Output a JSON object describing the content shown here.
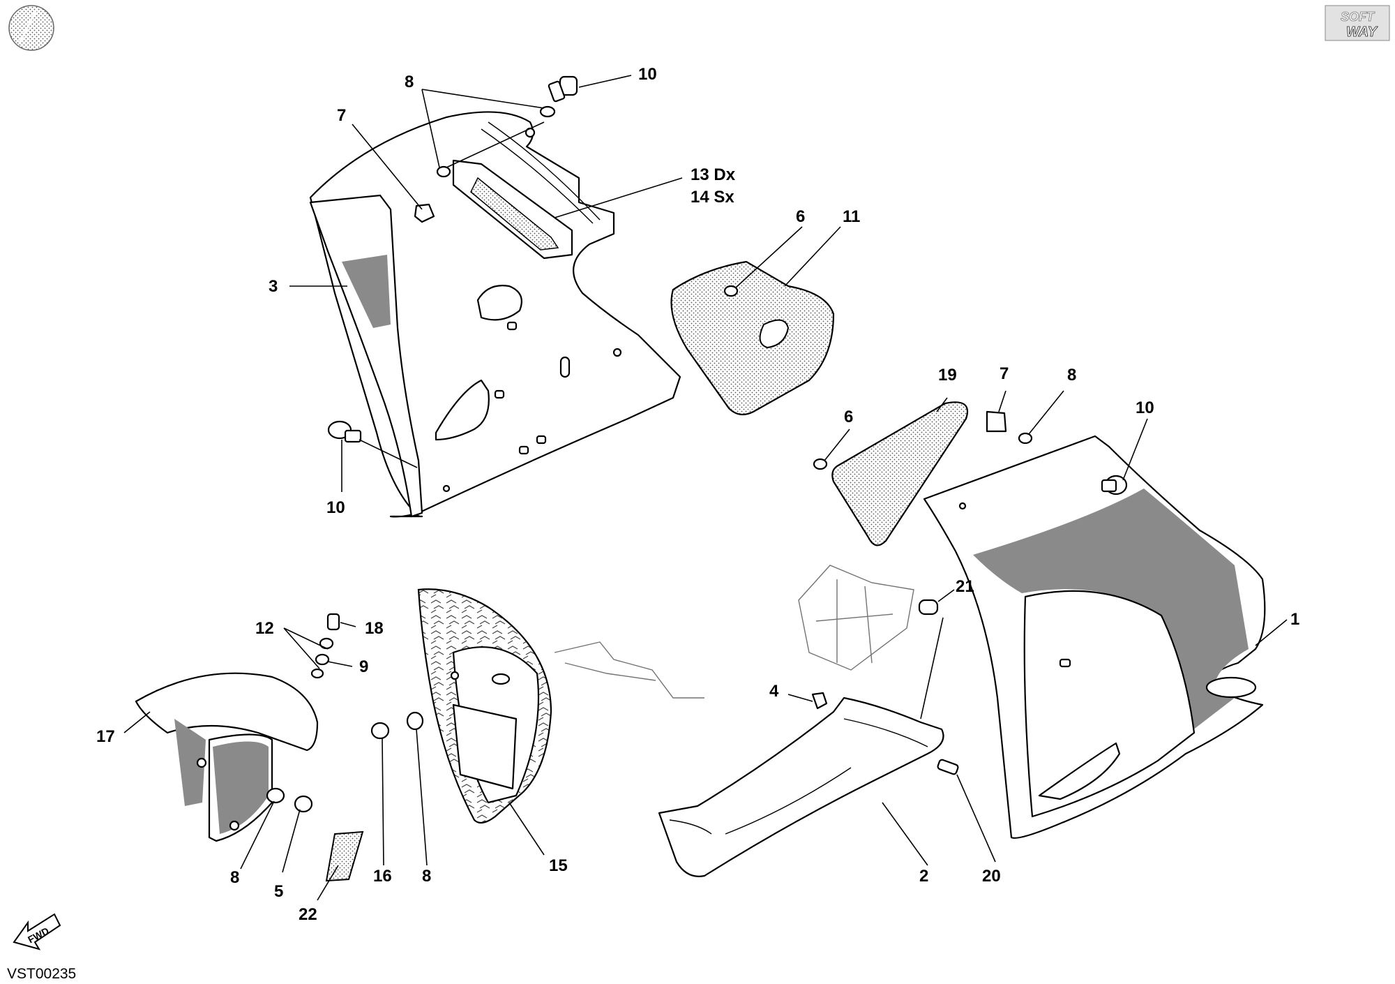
{
  "brand": {
    "line1": "SOFT",
    "line2": "WAY"
  },
  "fwd_label": "FWD",
  "drawing_code": "VST00235",
  "callouts": {
    "c10a": "10",
    "c8a": "8",
    "c7a": "7",
    "c13": "13 Dx",
    "c14": "14 Sx",
    "c6a": "6",
    "c11": "11",
    "c3": "3",
    "c10b": "10",
    "c19": "19",
    "c7b": "7",
    "c8b": "8",
    "c10c": "10",
    "c6b": "6",
    "c1": "1",
    "c21": "21",
    "c4": "4",
    "c2": "2",
    "c20": "20",
    "c12": "12",
    "c18": "18",
    "c9": "9",
    "c17": "17",
    "c8c": "8",
    "c5": "5",
    "c22": "22",
    "c16": "16",
    "c8d": "8",
    "c15": "15"
  },
  "colors": {
    "line": "#000000",
    "fill_dark": "#8a8a8a",
    "fill_grey": "#d7d7d7"
  }
}
